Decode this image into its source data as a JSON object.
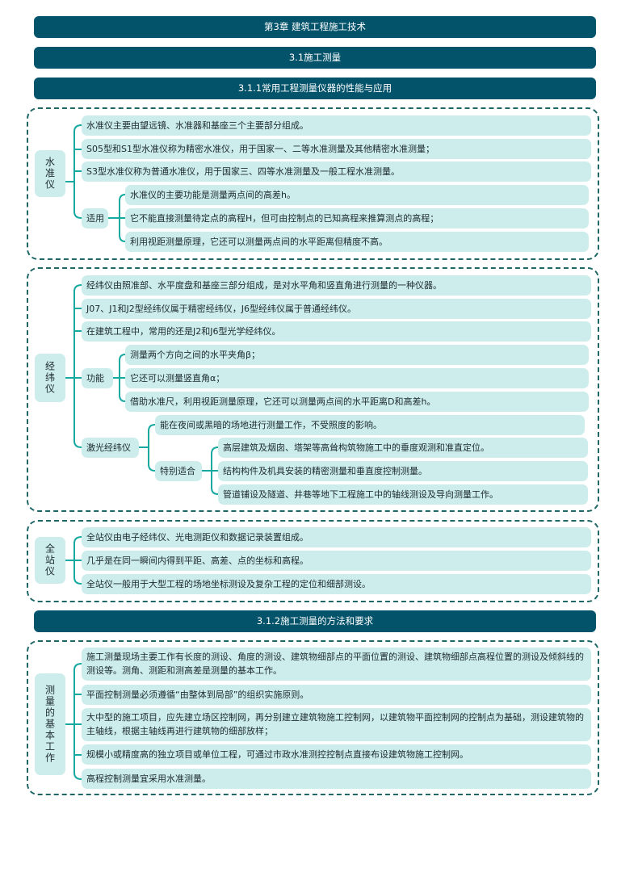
{
  "banners": {
    "chapter": "第3章 建筑工程施工技术",
    "section": "3.1施工测量",
    "sub1": "3.1.1常用工程测量仪器的性能与应用",
    "sub2": "3.1.2施工测量的方法和要求"
  },
  "level": {
    "root": "水准仪",
    "items": [
      "水准仪主要由望远镜、水准器和基座三个主要部分组成。",
      "S05型和S1型水准仪称为精密水准仪，用于国家一、二等水准测量及其他精密水准测量；",
      "S3型水准仪称为普通水准仪，用于国家三、四等水准测量及一般工程水准测量。"
    ],
    "apply": {
      "label": "适用",
      "items": [
        "水准仪的主要功能是测量两点间的高差h。",
        "它不能直接测量待定点的高程H，但可由控制点的已知高程来推算测点的高程；",
        "利用视距测量原理，它还可以测量两点间的水平距离但精度不高。"
      ]
    }
  },
  "theodolite": {
    "root": "经纬仪",
    "items": [
      "经纬仪由照准部、水平度盘和基座三部分组成，是对水平角和竖直角进行测量的一种仪器。",
      "J07、J1和J2型经纬仪属于精密经纬仪，J6型经纬仪属于普通经纬仪。",
      "在建筑工程中，常用的还是J2和J6型光学经纬仪。"
    ],
    "function": {
      "label": "功能",
      "items": [
        "测量两个方向之间的水平夹角β；",
        "它还可以测量竖直角α；",
        "借助水准尺，利用视距测量原理，它还可以测量两点间的水平距离D和高差h。"
      ]
    },
    "laser": {
      "label": "激光经纬仪",
      "item": "能在夜间或黑暗的场地进行测量工作，不受照度的影响。",
      "special": {
        "label": "特别适合",
        "items": [
          "高层建筑及烟囱、塔架等高耸构筑物施工中的垂度观测和准直定位。",
          "结构构件及机具安装的精密测量和垂直度控制测量。",
          "管道铺设及隧道、井巷等地下工程施工中的轴线测设及导向测量工作。"
        ]
      }
    }
  },
  "total_station": {
    "root": "全站仪",
    "items": [
      "全站仪由电子经纬仪、光电测距仪和数据记录装置组成。",
      "几乎是在同一瞬间内得到平距、高差、点的坐标和高程。",
      "全站仪一般用于大型工程的场地坐标测设及复杂工程的定位和细部测设。"
    ]
  },
  "basic_work": {
    "root": "测量的基本工作",
    "items": [
      "施工测量现场主要工作有长度的测设、角度的测设、建筑物细部点的平面位置的测设、建筑物细部点高程位置的测设及倾斜线的测设等。测角、测距和测高差是测量的基本工作。",
      "平面控制测量必须遵循“由整体到局部”的组织实施原则。",
      "大中型的施工项目，应先建立场区控制网，再分别建立建筑物施工控制网，以建筑物平面控制网的控制点为基础，测设建筑物的主轴线，根据主轴线再进行建筑物的细部放样；",
      "规模小或精度高的独立项目或单位工程，可通过市政水准测控控制点直接布设建筑物施工控制网。",
      "高程控制测量宜采用水准测量。"
    ]
  },
  "colors": {
    "banner": "#03536b",
    "node": "#ccedec",
    "connector": "#16a9a0",
    "dashed_border": "#1f6766"
  }
}
